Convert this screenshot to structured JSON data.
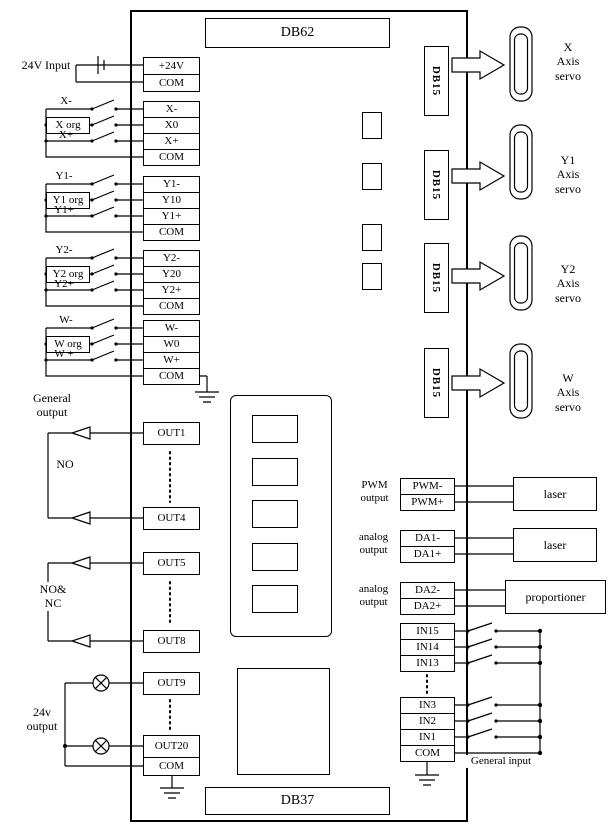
{
  "board": {
    "top_connector": "DB62",
    "bottom_connector": "DB37",
    "servo_connector": "DB15"
  },
  "power": {
    "label": "24V Input",
    "terminals": [
      "+24V",
      "COM"
    ]
  },
  "axes": [
    {
      "switches": [
        "X-",
        "X org",
        "X+"
      ],
      "terminals": [
        "X-",
        "X0",
        "X+",
        "COM"
      ]
    },
    {
      "switches": [
        "Y1-",
        "Y1 org",
        "Y1+"
      ],
      "terminals": [
        "Y1-",
        "Y10",
        "Y1+",
        "COM"
      ]
    },
    {
      "switches": [
        "Y2-",
        "Y2 org",
        "Y2+"
      ],
      "terminals": [
        "Y2-",
        "Y20",
        "Y2+",
        "COM"
      ]
    },
    {
      "switches": [
        "W-",
        "W org",
        "W +"
      ],
      "terminals": [
        "W-",
        "W0",
        "W+",
        "COM"
      ]
    }
  ],
  "outputs": {
    "section_label": "General\noutput",
    "no_label": "NO",
    "no_nc_label": "NO&\nNC",
    "v24_label": "24v\noutput",
    "terminals": [
      "OUT1",
      "OUT4",
      "OUT5",
      "OUT8",
      "OUT9",
      "OUT20",
      "COM"
    ]
  },
  "servos": [
    {
      "label": "X\nAxis\nservo"
    },
    {
      "label": "Y1\nAxis\nservo"
    },
    {
      "label": "Y2\nAxis\nservo"
    },
    {
      "label": "W\nAxis\nservo"
    }
  ],
  "pwm": {
    "label": "PWM\noutput",
    "terminals": [
      "PWM-",
      "PWM+"
    ],
    "device": "laser"
  },
  "analog1": {
    "label": "analog\noutput",
    "terminals": [
      "DA1-",
      "DA1+"
    ],
    "device": "laser"
  },
  "analog2": {
    "label": "analog\noutput",
    "terminals": [
      "DA2-",
      "DA2+"
    ],
    "device": "proportioner"
  },
  "inputs": {
    "label": "General input",
    "terminals": [
      "IN15",
      "IN14",
      "IN13",
      "IN3",
      "IN2",
      "IN1",
      "COM"
    ]
  }
}
